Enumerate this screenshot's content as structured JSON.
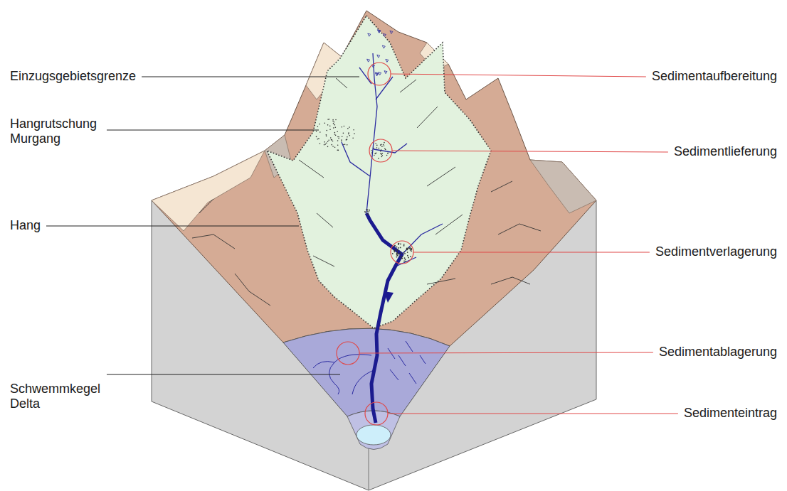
{
  "diagram": {
    "labels": [
      "Einzugsgebietsgrenze",
      "Sedimentaufbereitung",
      "Hangrutschung Murgang",
      "Sedimentlieferung",
      "Hang",
      "Sedimentverlagerung",
      "Sedimentablagerung",
      "Schwemmkegel Delta",
      "Sedimenteintrag"
    ]
  }
}
